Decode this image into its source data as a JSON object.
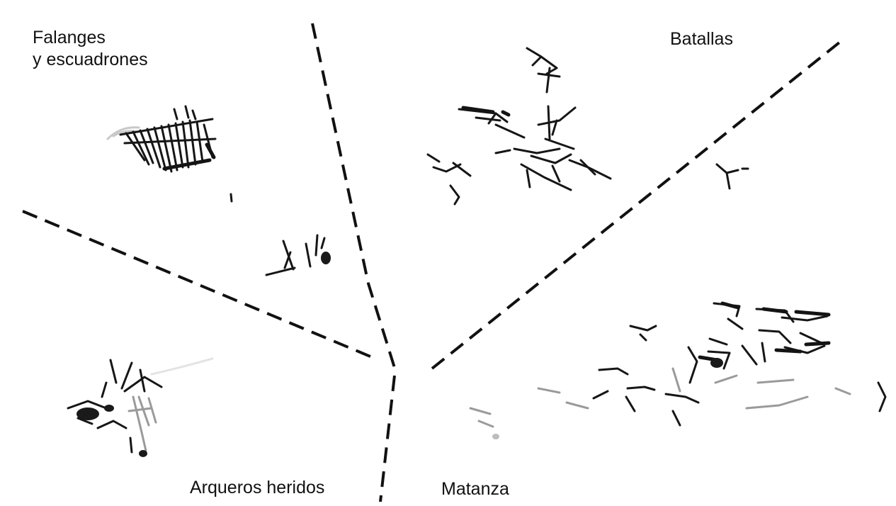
{
  "panels": {
    "top_left": {
      "label_line1": "Falanges",
      "label_line2": "y escuadrones"
    },
    "top_right": {
      "label": "Batallas"
    },
    "bottom_left": {
      "label": "Arqueros heridos"
    },
    "bottom_right": {
      "label": "Matanza"
    }
  },
  "colors": {
    "background": "#ffffff",
    "ink": "#111111",
    "faint_ink": "#9a9a9a"
  }
}
